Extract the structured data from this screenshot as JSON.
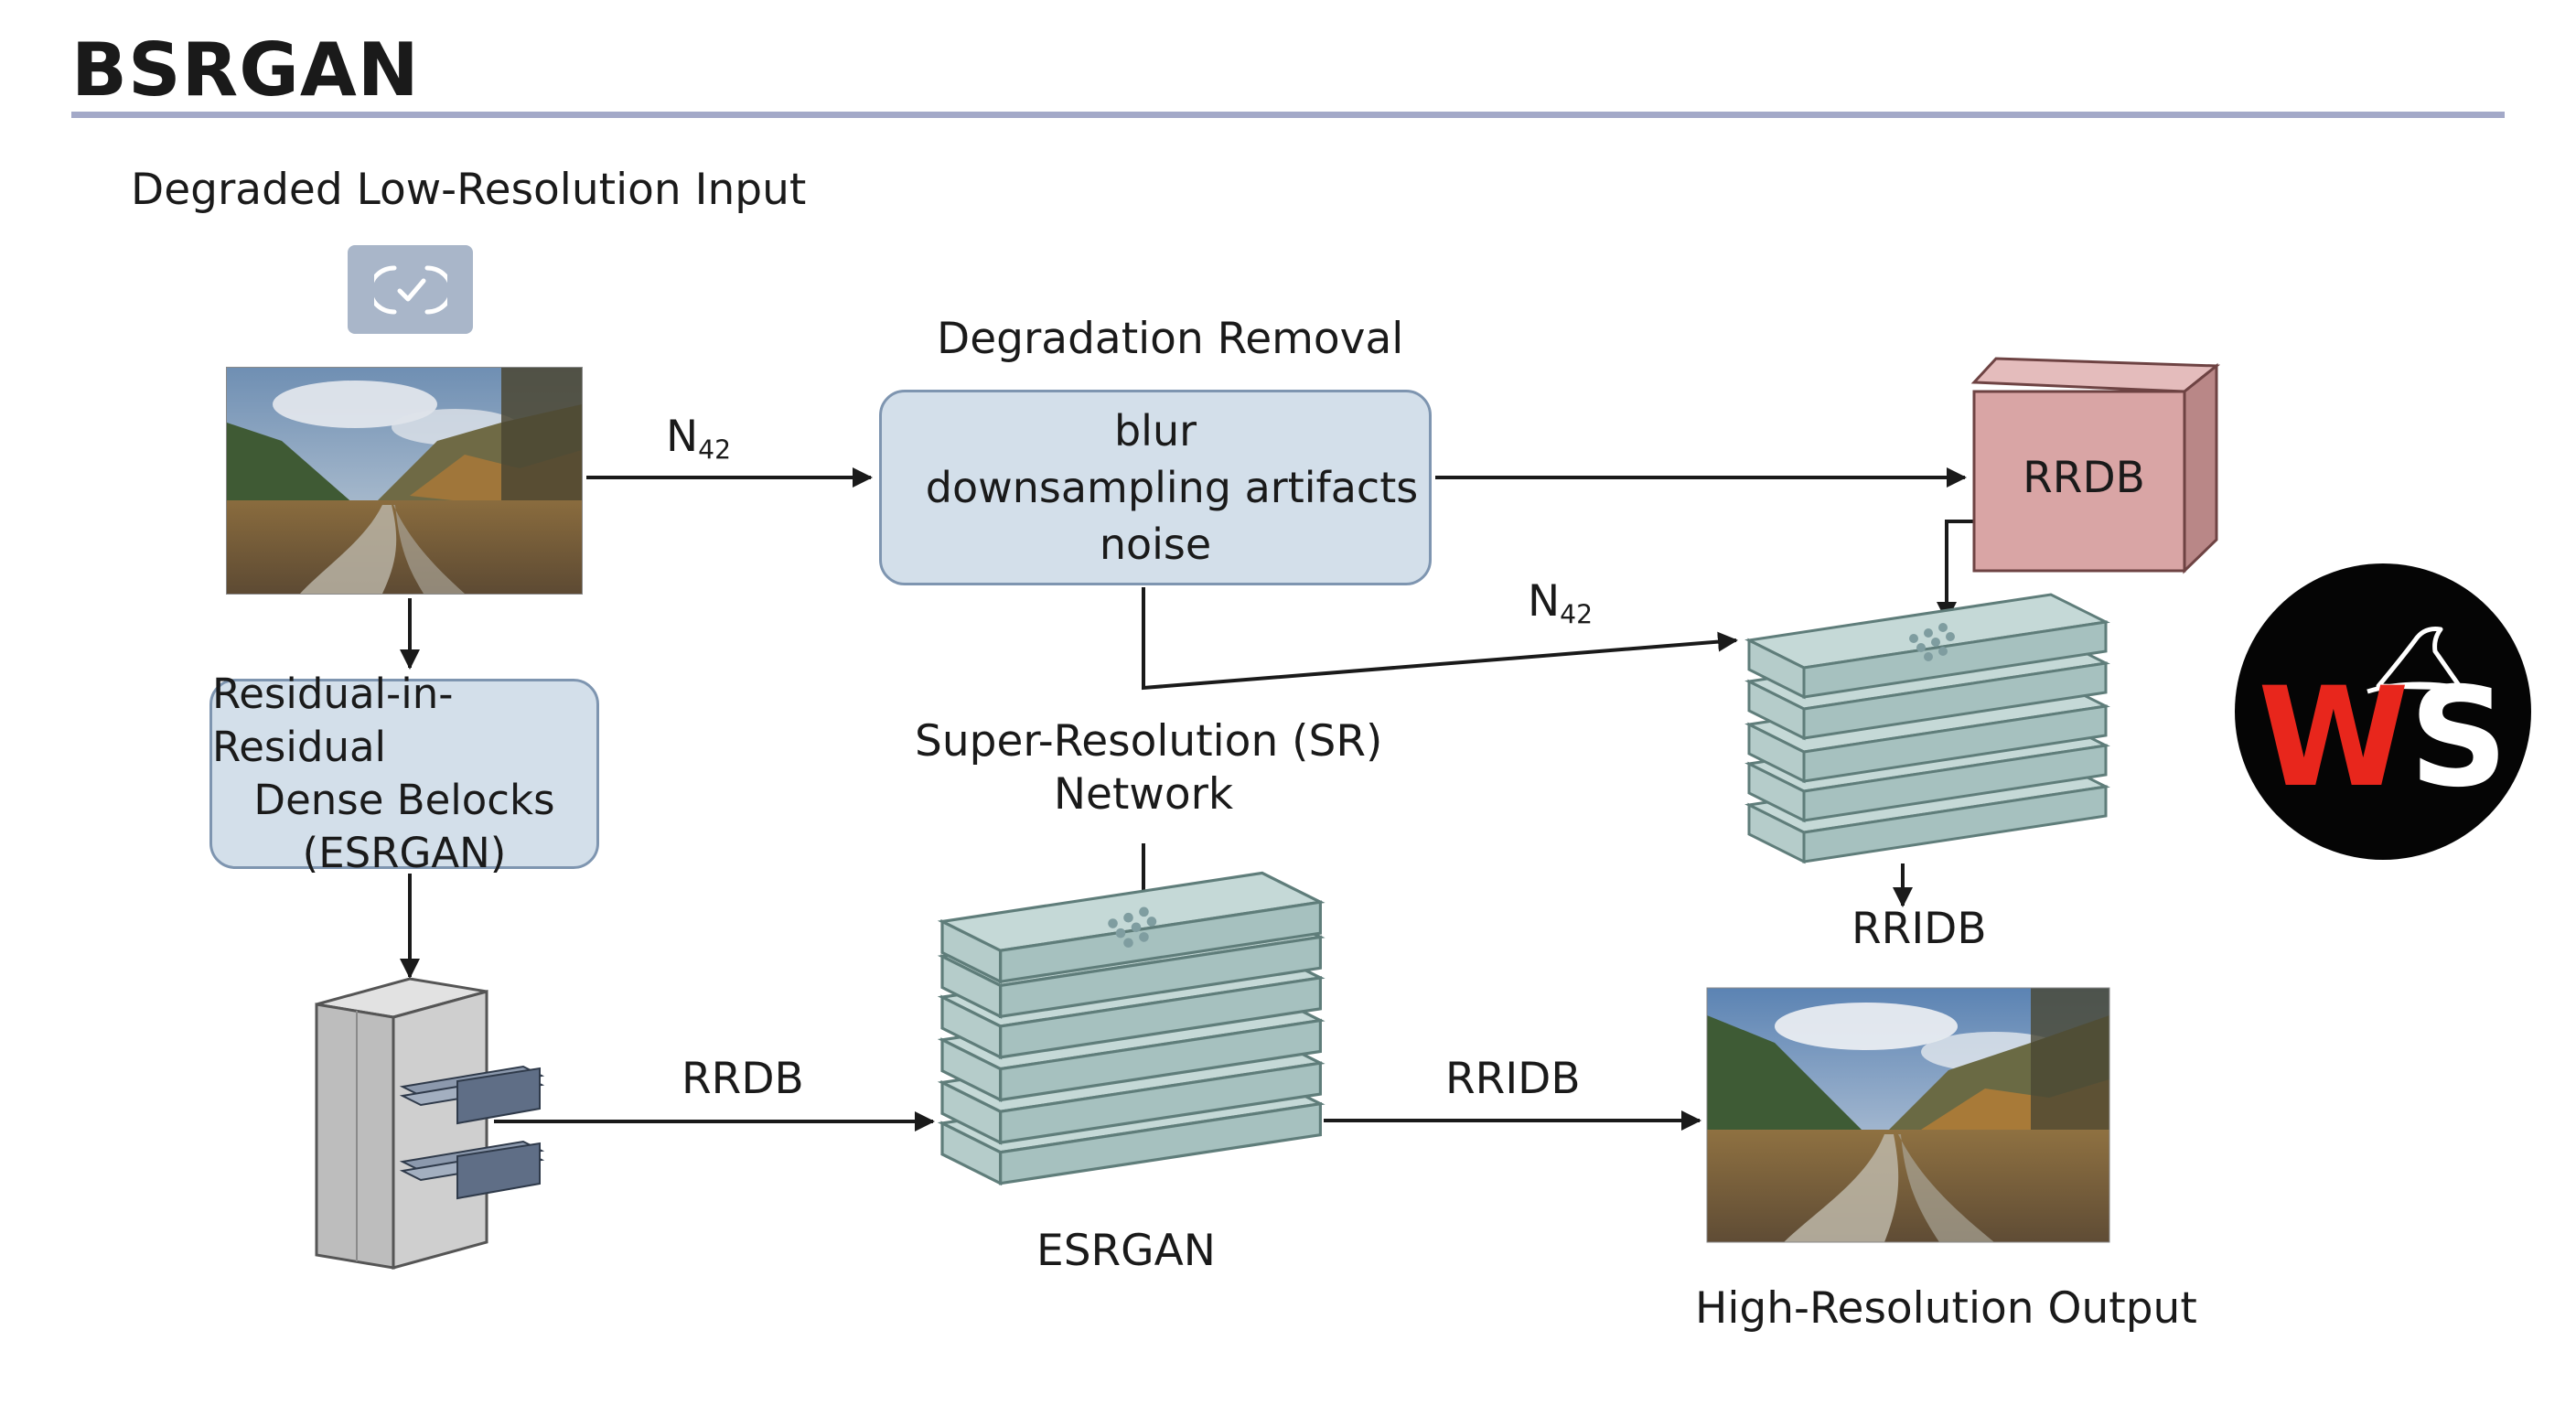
{
  "title": "BSRGAN",
  "input": {
    "label": "Degraded Low-Resolution Input",
    "badge_icon": "check-circle-icon"
  },
  "degradation": {
    "title": "Degradation Removal",
    "items": [
      "blur",
      "downsampling artifacts",
      "noise"
    ]
  },
  "rrdb_box": {
    "label": "Residual-in-Residual Dense Belocks (ESRGAN)",
    "lines": [
      "Residual-in-Residual",
      "Dense Belocks",
      "(ESRGAN)"
    ]
  },
  "sr_network": {
    "lines": [
      "Super-Resolution (SR)",
      "Network"
    ]
  },
  "edges": {
    "n42_top": {
      "main": "N",
      "sub": "42"
    },
    "n42_mid": {
      "main": "N",
      "sub": "42"
    },
    "rrdb_bottom": "RRDB",
    "rridb_bottom": "RRIDB"
  },
  "cube": {
    "label": "RRDB",
    "color": "#d9a5a5"
  },
  "stack_right": {
    "label": "RRIDB"
  },
  "stack_center": {
    "label": "ESRGAN"
  },
  "output": {
    "label": "High-Resolution Output"
  },
  "logo": {
    "text": "WS",
    "icon": "wizard-hat-icon"
  },
  "colors": {
    "accent_rule": "#a3a9c8",
    "box_fill": "#d3dfea",
    "stack_fill": "#b3cdcb",
    "logo_red": "#e8261c"
  }
}
